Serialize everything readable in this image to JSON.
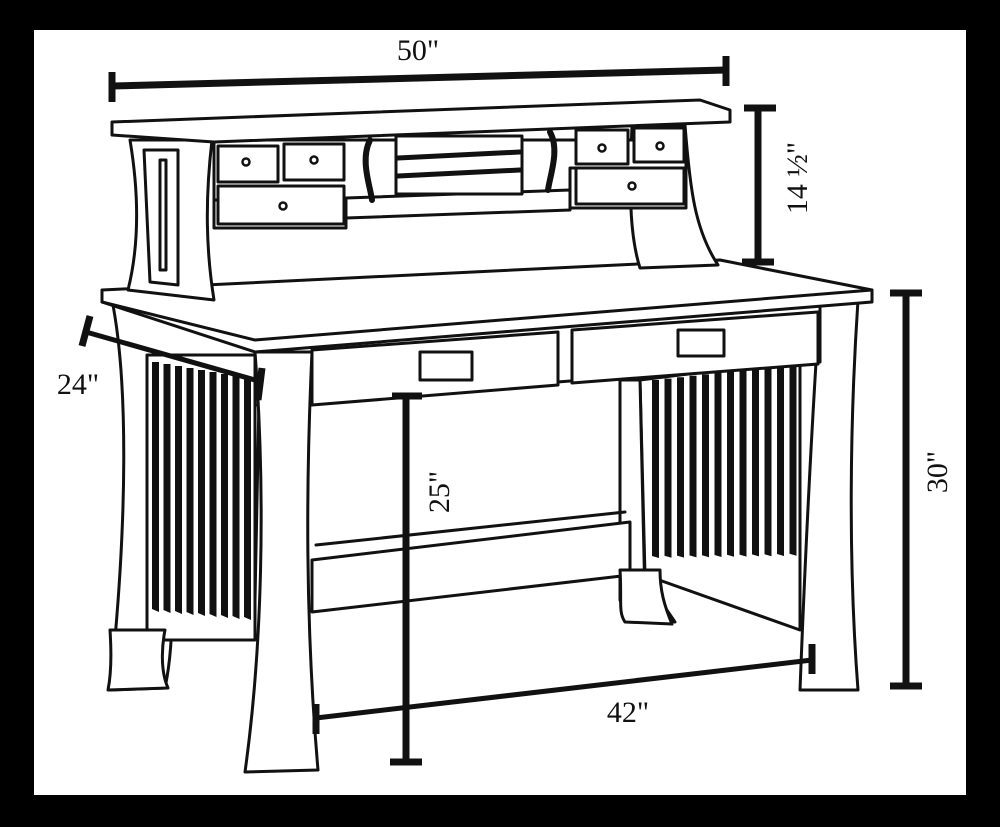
{
  "dimensions": {
    "width_top": "50\"",
    "hutch_height": "14 ½\"",
    "depth": "24\"",
    "knee_height": "25\"",
    "total_height": "30\"",
    "knee_width": "42\""
  }
}
